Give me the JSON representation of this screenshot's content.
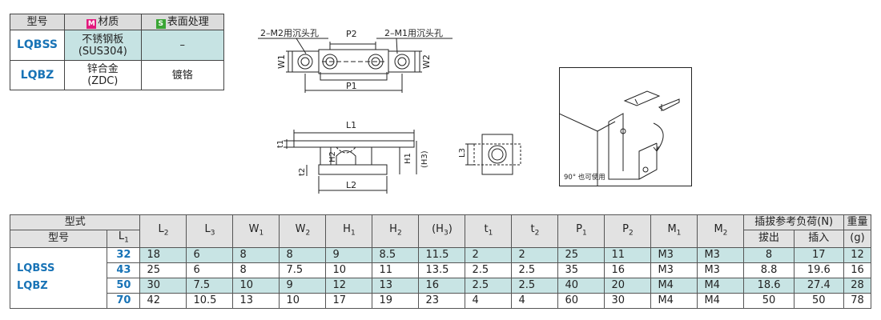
{
  "material_table": {
    "headers": {
      "model": "型号",
      "material_badge": "M",
      "material": "材质",
      "surface_badge": "S",
      "surface": "表面处理"
    },
    "rows": [
      {
        "model": "LQBSS",
        "material_line1": "不锈钢板",
        "material_line2": "(SUS304)",
        "surface": "–"
      },
      {
        "model": "LQBZ",
        "material_line1": "锌合金",
        "material_line2": "(ZDC)",
        "surface": "镀铬"
      }
    ]
  },
  "diagram_labels": {
    "m2_hole": "2–M2用沉头孔",
    "m1_hole": "2–M1用沉头孔",
    "p2": "P2",
    "p1": "P1",
    "w1": "W1",
    "w2": "W2",
    "l1": "L1",
    "l2": "L2",
    "l3": "L3",
    "t1": "t1",
    "t2": "t2",
    "h1": "H1",
    "h2": "H2",
    "h3": "(H3)",
    "note_90": "90° 也可使用"
  },
  "spec_table": {
    "header_group": "型式",
    "header_model": "型号",
    "header_l1": "L1",
    "columns": [
      "L2",
      "L3",
      "W1",
      "W2",
      "H1",
      "H2",
      "(H3)",
      "t1",
      "t2",
      "P1",
      "P2",
      "M1",
      "M2"
    ],
    "load_group": "插拔参考负荷(N)",
    "load_pull": "拔出",
    "load_insert": "插入",
    "weight": "重量",
    "weight_unit": "(g)",
    "model_group1": "LQBSS",
    "model_group2": "LQBZ",
    "rows": [
      {
        "l1": "32",
        "values": [
          "18",
          "6",
          "8",
          "8",
          "9",
          "8.5",
          "11.5",
          "2",
          "2",
          "25",
          "11",
          "M3",
          "M3"
        ],
        "pull": "8",
        "insert": "17",
        "weight": "12"
      },
      {
        "l1": "43",
        "values": [
          "25",
          "6",
          "8",
          "7.5",
          "10",
          "11",
          "13.5",
          "2.5",
          "2.5",
          "35",
          "16",
          "M3",
          "M3"
        ],
        "pull": "8.8",
        "insert": "19.6",
        "weight": "16"
      },
      {
        "l1": "50",
        "values": [
          "30",
          "7.5",
          "10",
          "9",
          "12",
          "13",
          "16",
          "2.5",
          "2.5",
          "40",
          "20",
          "M4",
          "M4"
        ],
        "pull": "18.6",
        "insert": "27.4",
        "weight": "28"
      },
      {
        "l1": "70",
        "values": [
          "42",
          "10.5",
          "13",
          "10",
          "17",
          "19",
          "23",
          "4",
          "4",
          "60",
          "30",
          "M4",
          "M4"
        ],
        "pull": "50",
        "insert": "50",
        "weight": "78"
      }
    ]
  }
}
